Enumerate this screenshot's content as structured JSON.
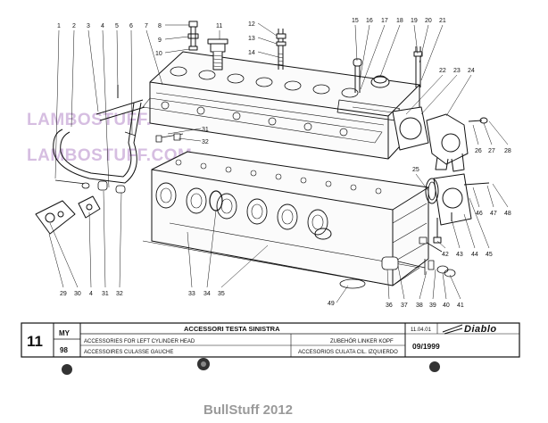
{
  "watermarks": {
    "line1": "LAMBOSTUFF.COM",
    "line2": "LAMBOSTUFF.COM"
  },
  "title_block": {
    "page_number": "11",
    "my_label": "MY",
    "my_year": "98",
    "title_main": "ACCESSORI TESTA SINISTRA",
    "title_en": "ACCESSORIES FOR LEFT CYLINDER HEAD",
    "title_fr": "ACCESSOIRES CULASSE GAUCHE",
    "title_de": "ZUBEHÖR LINKER KOPF",
    "title_es": "ACCESORIOS CULATA CIL. IZQUIERDO",
    "code": "11.04.01",
    "date": "09/1999",
    "brand": "Diablo"
  },
  "footer": {
    "text": "BullStuff 2012"
  },
  "callouts": [
    "1",
    "2",
    "3",
    "4",
    "5",
    "6",
    "7",
    "8",
    "9",
    "10",
    "11",
    "12",
    "13",
    "14",
    "15",
    "16",
    "17",
    "18",
    "19",
    "20",
    "21",
    "22",
    "23",
    "24",
    "25",
    "26",
    "27",
    "28",
    "29",
    "30",
    "31",
    "32",
    "33",
    "34",
    "35",
    "36",
    "37",
    "38",
    "39",
    "40",
    "41",
    "42",
    "43",
    "44",
    "45",
    "46",
    "47",
    "48",
    "49"
  ]
}
